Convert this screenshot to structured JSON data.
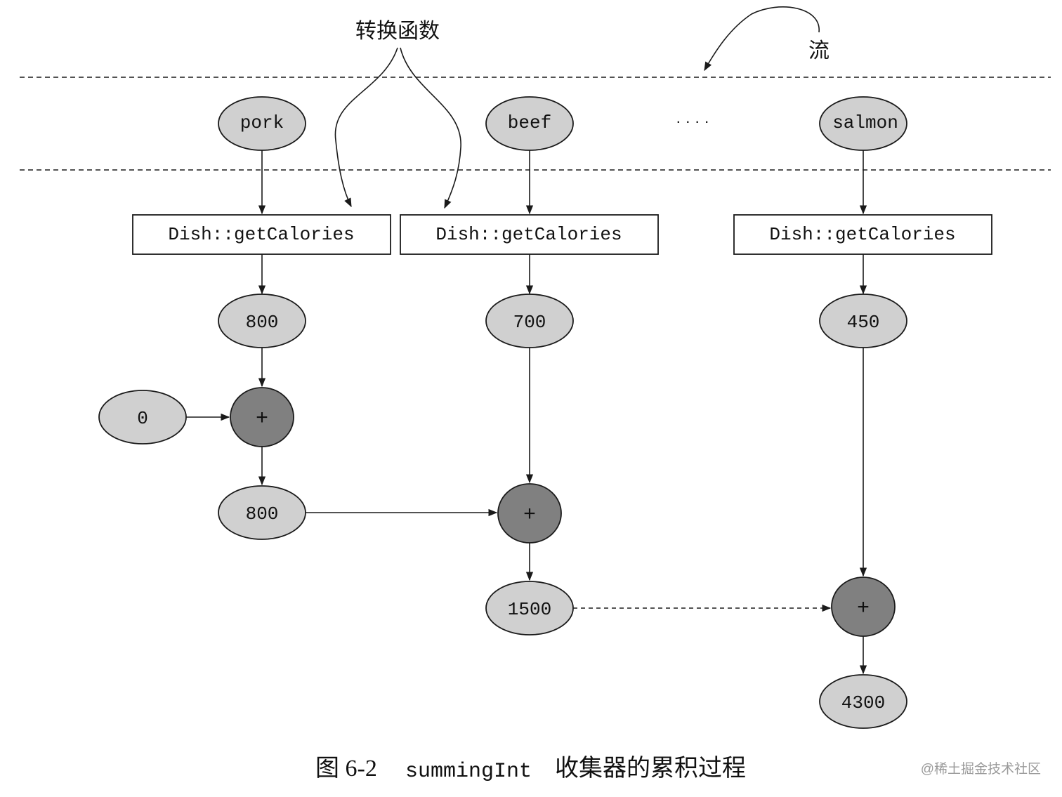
{
  "labels": {
    "transform_function": "转换函数",
    "stream": "流"
  },
  "stream_items": [
    "pork",
    "beef",
    "salmon"
  ],
  "ellipsis": "· · · ·",
  "function_box": "Dish::getCalories",
  "calories": [
    "800",
    "700",
    "450"
  ],
  "initial_value": "0",
  "plus": "+",
  "partial_sums": [
    "800",
    "1500",
    "4300"
  ],
  "caption": {
    "figure_no": "图 6-2",
    "code": "summingInt",
    "text": "收集器的累积过程"
  },
  "watermark": "@稀土掘金技术社区",
  "colors": {
    "light_node": "#d0d0d0",
    "dark_node": "#808080",
    "stroke": "#1a1a1a"
  }
}
